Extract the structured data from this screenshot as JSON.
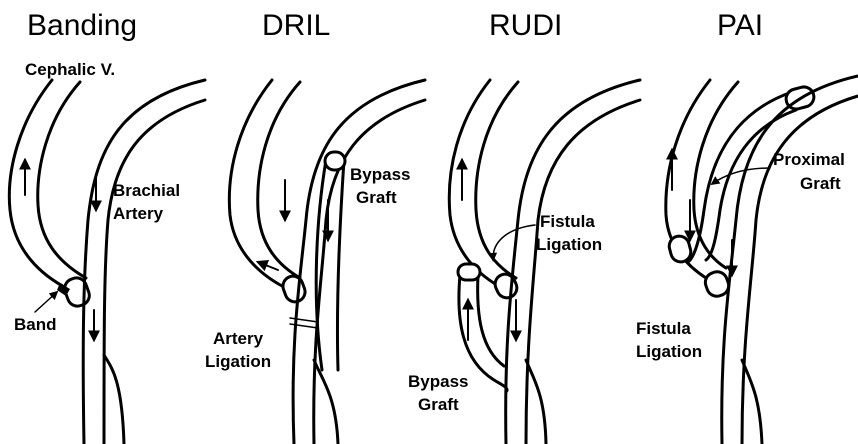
{
  "panels": [
    {
      "title": "Banding",
      "labels": [
        "Cephalic V.",
        "Brachial",
        "Artery",
        "Band"
      ]
    },
    {
      "title": "DRIL",
      "labels": [
        "Bypass",
        "Graft",
        "Artery",
        "Ligation"
      ]
    },
    {
      "title": "RUDI",
      "labels": [
        "Fistula",
        "Ligation",
        "Bypass",
        "Graft"
      ]
    },
    {
      "title": "PAI",
      "labels": [
        "Proximal",
        "Graft",
        "Fistula",
        "Ligation"
      ]
    }
  ]
}
